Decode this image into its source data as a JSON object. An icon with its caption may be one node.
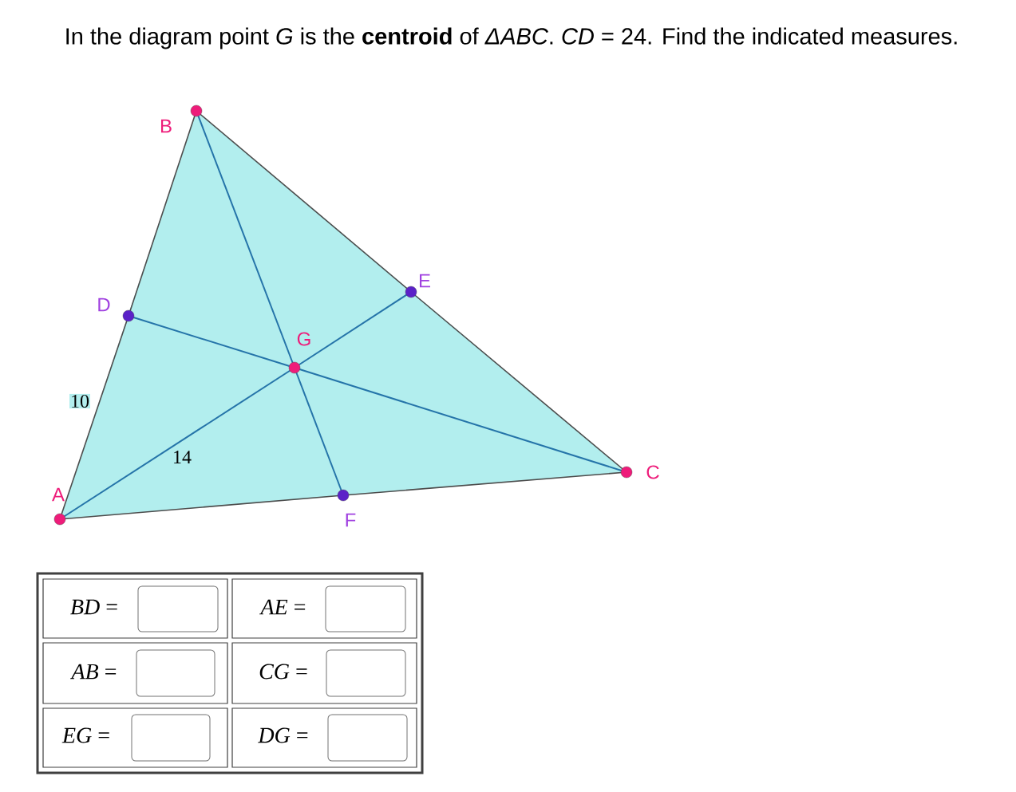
{
  "diagram": {
    "title": "In the diagram point *G* is the **centroid** of *ΔABC*. *CD* = 24. Find the indicated measures.",
    "nodes": [
      {
        "text": [],
        "shape": "circle",
        "beside": [
          "A"
        ]
      },
      {
        "text": [],
        "shape": "circle",
        "beside": [
          "B"
        ]
      },
      {
        "text": [],
        "shape": "circle",
        "beside": [
          "C"
        ]
      },
      {
        "text": [],
        "shape": "circle",
        "beside": [
          "D"
        ]
      },
      {
        "text": [],
        "shape": "circle",
        "beside": [
          "E"
        ]
      },
      {
        "text": [],
        "shape": "circle",
        "beside": [
          "F"
        ]
      },
      {
        "text": [],
        "shape": "circle",
        "beside": [
          "G"
        ]
      }
    ],
    "edges": [
      {
        "from": 0,
        "to": 3,
        "arrow": "none",
        "label": "10"
      },
      {
        "from": 3,
        "to": 1,
        "arrow": "none"
      },
      {
        "from": 1,
        "to": 4,
        "arrow": "none"
      },
      {
        "from": 4,
        "to": 2,
        "arrow": "none"
      },
      {
        "from": 2,
        "to": 5,
        "arrow": "none"
      },
      {
        "from": 5,
        "to": 0,
        "arrow": "none"
      },
      {
        "from": 0,
        "to": 6,
        "arrow": "none",
        "label": "14",
        "color": "#2574a9"
      },
      {
        "from": 6,
        "to": 4,
        "arrow": "none",
        "color": "#2574a9"
      },
      {
        "from": 1,
        "to": 6,
        "arrow": "none",
        "color": "#2574a9"
      },
      {
        "from": 6,
        "to": 5,
        "arrow": "none",
        "color": "#2574a9"
      },
      {
        "from": 2,
        "to": 6,
        "arrow": "none",
        "color": "#2574a9"
      },
      {
        "from": 6,
        "to": 3,
        "arrow": "none",
        "color": "#2574a9"
      }
    ],
    "labels": [
      "*BD* =",
      "*AE* =",
      "*AB* =",
      "*CG* =",
      "*EG* =",
      "*DG* ="
    ]
  }
}
